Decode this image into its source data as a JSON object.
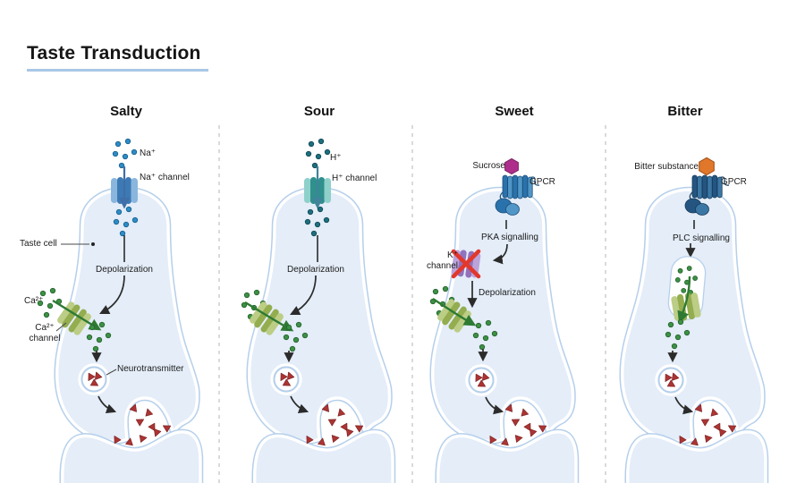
{
  "title": "Taste Transduction",
  "columns": [
    {
      "header": "Salty",
      "labels": {
        "ion": "Na⁺",
        "channel": "Na⁺ channel",
        "cell": "Taste cell",
        "depolarization": "Depolarization",
        "ca_ion": "Ca²⁺",
        "ca_channel_l1": "Ca²⁺",
        "ca_channel_l2": "channel",
        "neurotransmitter": "Neurotransmitter"
      }
    },
    {
      "header": "Sour",
      "labels": {
        "ion": "H⁺",
        "channel": "H⁺ channel",
        "depolarization": "Depolarization"
      }
    },
    {
      "header": "Sweet",
      "labels": {
        "ligand": "Sucrose",
        "receptor": "GPCR",
        "signalling": "PKA signalling",
        "k_channel_l1": "K⁺",
        "k_channel_l2": "channel",
        "depolarization": "Depolarization"
      }
    },
    {
      "header": "Bitter",
      "labels": {
        "ligand": "Bitter substance",
        "receptor": "GPCR",
        "signalling": "PLC signalling"
      }
    }
  ],
  "palette": {
    "cell_fill": "#e4edf8",
    "membrane": "#b5cfeb",
    "title_underline": "#a9c7e6",
    "sodium_ion": "#2e8cc7",
    "proton_ion": "#1e6f7e",
    "calcium_ion": "#3c9144",
    "sodium_channel": "#3d7ab5",
    "proton_channel": "#2f908c",
    "calcium_channel": "#93ad4f",
    "potassium_channel": "#9172bd",
    "block_cross": "#e2382c",
    "gpcr_sweet": "#2a72ac",
    "gpcr_bitter": "#245581",
    "sucrose_ligand": "#ae2f8b",
    "bitter_ligand": "#e0772b",
    "neurotransmitter": "#ad3434",
    "arrow": "#2b2b2b",
    "green_arrow": "#2e7a33"
  }
}
